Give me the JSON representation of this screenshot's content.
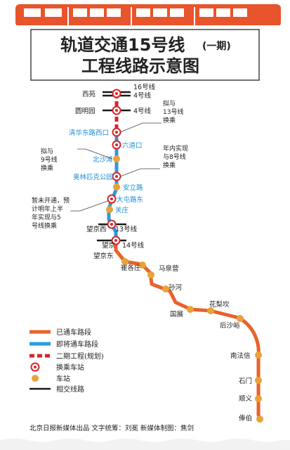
{
  "header": {
    "title_line1_main": "轨道交通15号线",
    "title_line1_paren": "(一期)",
    "title_line2": "工程线路示意图"
  },
  "colors": {
    "operating": "#e8622c",
    "opening_soon": "#2a9be0",
    "phase2": "#d9252b",
    "station": "#e8a23a",
    "crossing": "#1a1a1a",
    "train": "#e8542b"
  },
  "stations": {
    "xiyuan": "西苑",
    "yuanmingyuan": "圆明园",
    "qinghuadonglu_xikou": "清华东路西口",
    "liudaokou": "六道口",
    "beishawa": "北沙滩",
    "aolinpikegongyuan": "奥林匹克公园",
    "anli_lu": "安立路",
    "datun_lu_dong": "大屯路东",
    "guanzhuang": "关庄",
    "wangjing_xi": "望京西",
    "wangjing": "望京",
    "wangjing_dong": "望京东",
    "cuigezhuang": "崔各庄",
    "maquanying": "马泉营",
    "sunhe": "孙河",
    "guozhan": "国展",
    "hualikan": "花梨坎",
    "houshayu": "后沙峪",
    "nanfaxin": "南法信",
    "shimen": "石门",
    "shunyi": "顺义",
    "fengbo": "俸伯"
  },
  "crossing_lines": {
    "xiyuan_lines": [
      "16号线",
      "4号线"
    ],
    "yuanmingyuan_line": "4号线",
    "wangjingxi_line": "13号线",
    "wangjing_line": "14号线"
  },
  "notes": {
    "qinghua": [
      "拟与",
      "13号线",
      "换乘"
    ],
    "beishawa": [
      "拟与",
      "9号线",
      "换乘"
    ],
    "aolin": [
      "年内实现",
      "与8号线",
      "换乘"
    ],
    "datun": [
      "暂未开通，预",
      "计明年上半",
      "年实现与5",
      "号线换乘"
    ]
  },
  "legend": [
    {
      "key": "operating",
      "label": "已通车路段"
    },
    {
      "key": "opening_soon",
      "label": "即将通车路段"
    },
    {
      "key": "phase2",
      "label": "二期工程(规划)"
    },
    {
      "key": "transfer",
      "label": "换乘车站"
    },
    {
      "key": "station",
      "label": "车站"
    },
    {
      "key": "crossing",
      "label": "相交线路"
    }
  ],
  "footer": {
    "credit": "北京日报新媒体出品   文字统筹：刘冕   新媒体制图：焦剑"
  }
}
